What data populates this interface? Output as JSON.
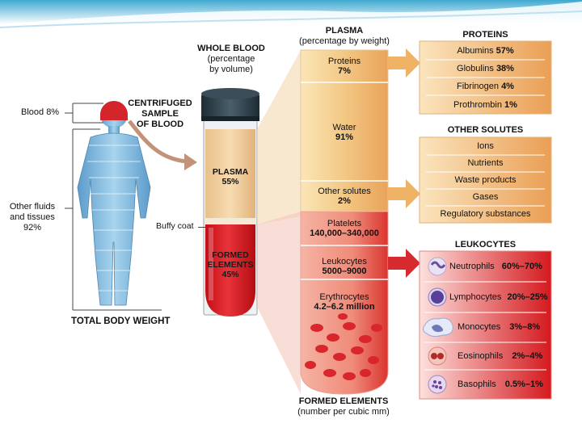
{
  "person": {
    "blood_label": "Blood 8%",
    "other_fluids_lines": [
      "Other fluids",
      "and tissues",
      "92%"
    ],
    "total_label": "TOTAL BODY WEIGHT",
    "centrifuged_lines": [
      "CENTRIFUGED",
      "SAMPLE",
      "OF BLOOD"
    ]
  },
  "tube": {
    "title_lines": [
      "WHOLE BLOOD",
      "(percentage",
      "by volume)"
    ],
    "plasma_lines": [
      "PLASMA",
      "55%"
    ],
    "buffy_label": "Buffy coat",
    "formed_lines": [
      "FORMED",
      "ELEMENTS",
      "45%"
    ]
  },
  "plasma_column": {
    "title": "PLASMA",
    "subtitle": "(percentage by weight)",
    "proteins": [
      "Proteins",
      "7%"
    ],
    "water": [
      "Water",
      "91%"
    ],
    "other_solutes": [
      "Other solutes",
      "2%"
    ]
  },
  "formed_column": {
    "platelets": [
      "Platelets",
      "140,000–340,000"
    ],
    "leukocytes": [
      "Leukocytes",
      "5000–9000"
    ],
    "erythrocytes": [
      "Erythrocytes",
      "4.2–6.2 million"
    ],
    "title": "FORMED ELEMENTS",
    "subtitle": "(number per cubic mm)"
  },
  "proteins_panel": {
    "title": "PROTEINS",
    "items": [
      {
        "name": "Albumins",
        "value": "57%"
      },
      {
        "name": "Globulins",
        "value": "38%"
      },
      {
        "name": "Fibrinogen",
        "value": "4%"
      },
      {
        "name": "Prothrombin",
        "value": "1%"
      }
    ]
  },
  "solutes_panel": {
    "title": "OTHER SOLUTES",
    "items": [
      "Ions",
      "Nutrients",
      "Waste products",
      "Gases",
      "Regulatory substances"
    ]
  },
  "leukocytes_panel": {
    "title": "LEUKOCYTES",
    "items": [
      {
        "name": "Neutrophils",
        "value": "60%–70%",
        "color": "#b9a6d6"
      },
      {
        "name": "Lymphocytes",
        "value": "20%–25%",
        "color": "#6b52a8"
      },
      {
        "name": "Monocytes",
        "value": "3%–8%",
        "color": "#9ea7d4"
      },
      {
        "name": "Eosinophils",
        "value": "2%–4%",
        "color": "#c8382f"
      },
      {
        "name": "Basophils",
        "value": "0.5%–1%",
        "color": "#8a5ab0"
      }
    ]
  },
  "colors": {
    "plasma": "#f1c27e",
    "blood_red": "#d11920",
    "cap": "#2a3b47",
    "body": "#7fb8dc",
    "head": "#d4262a"
  }
}
